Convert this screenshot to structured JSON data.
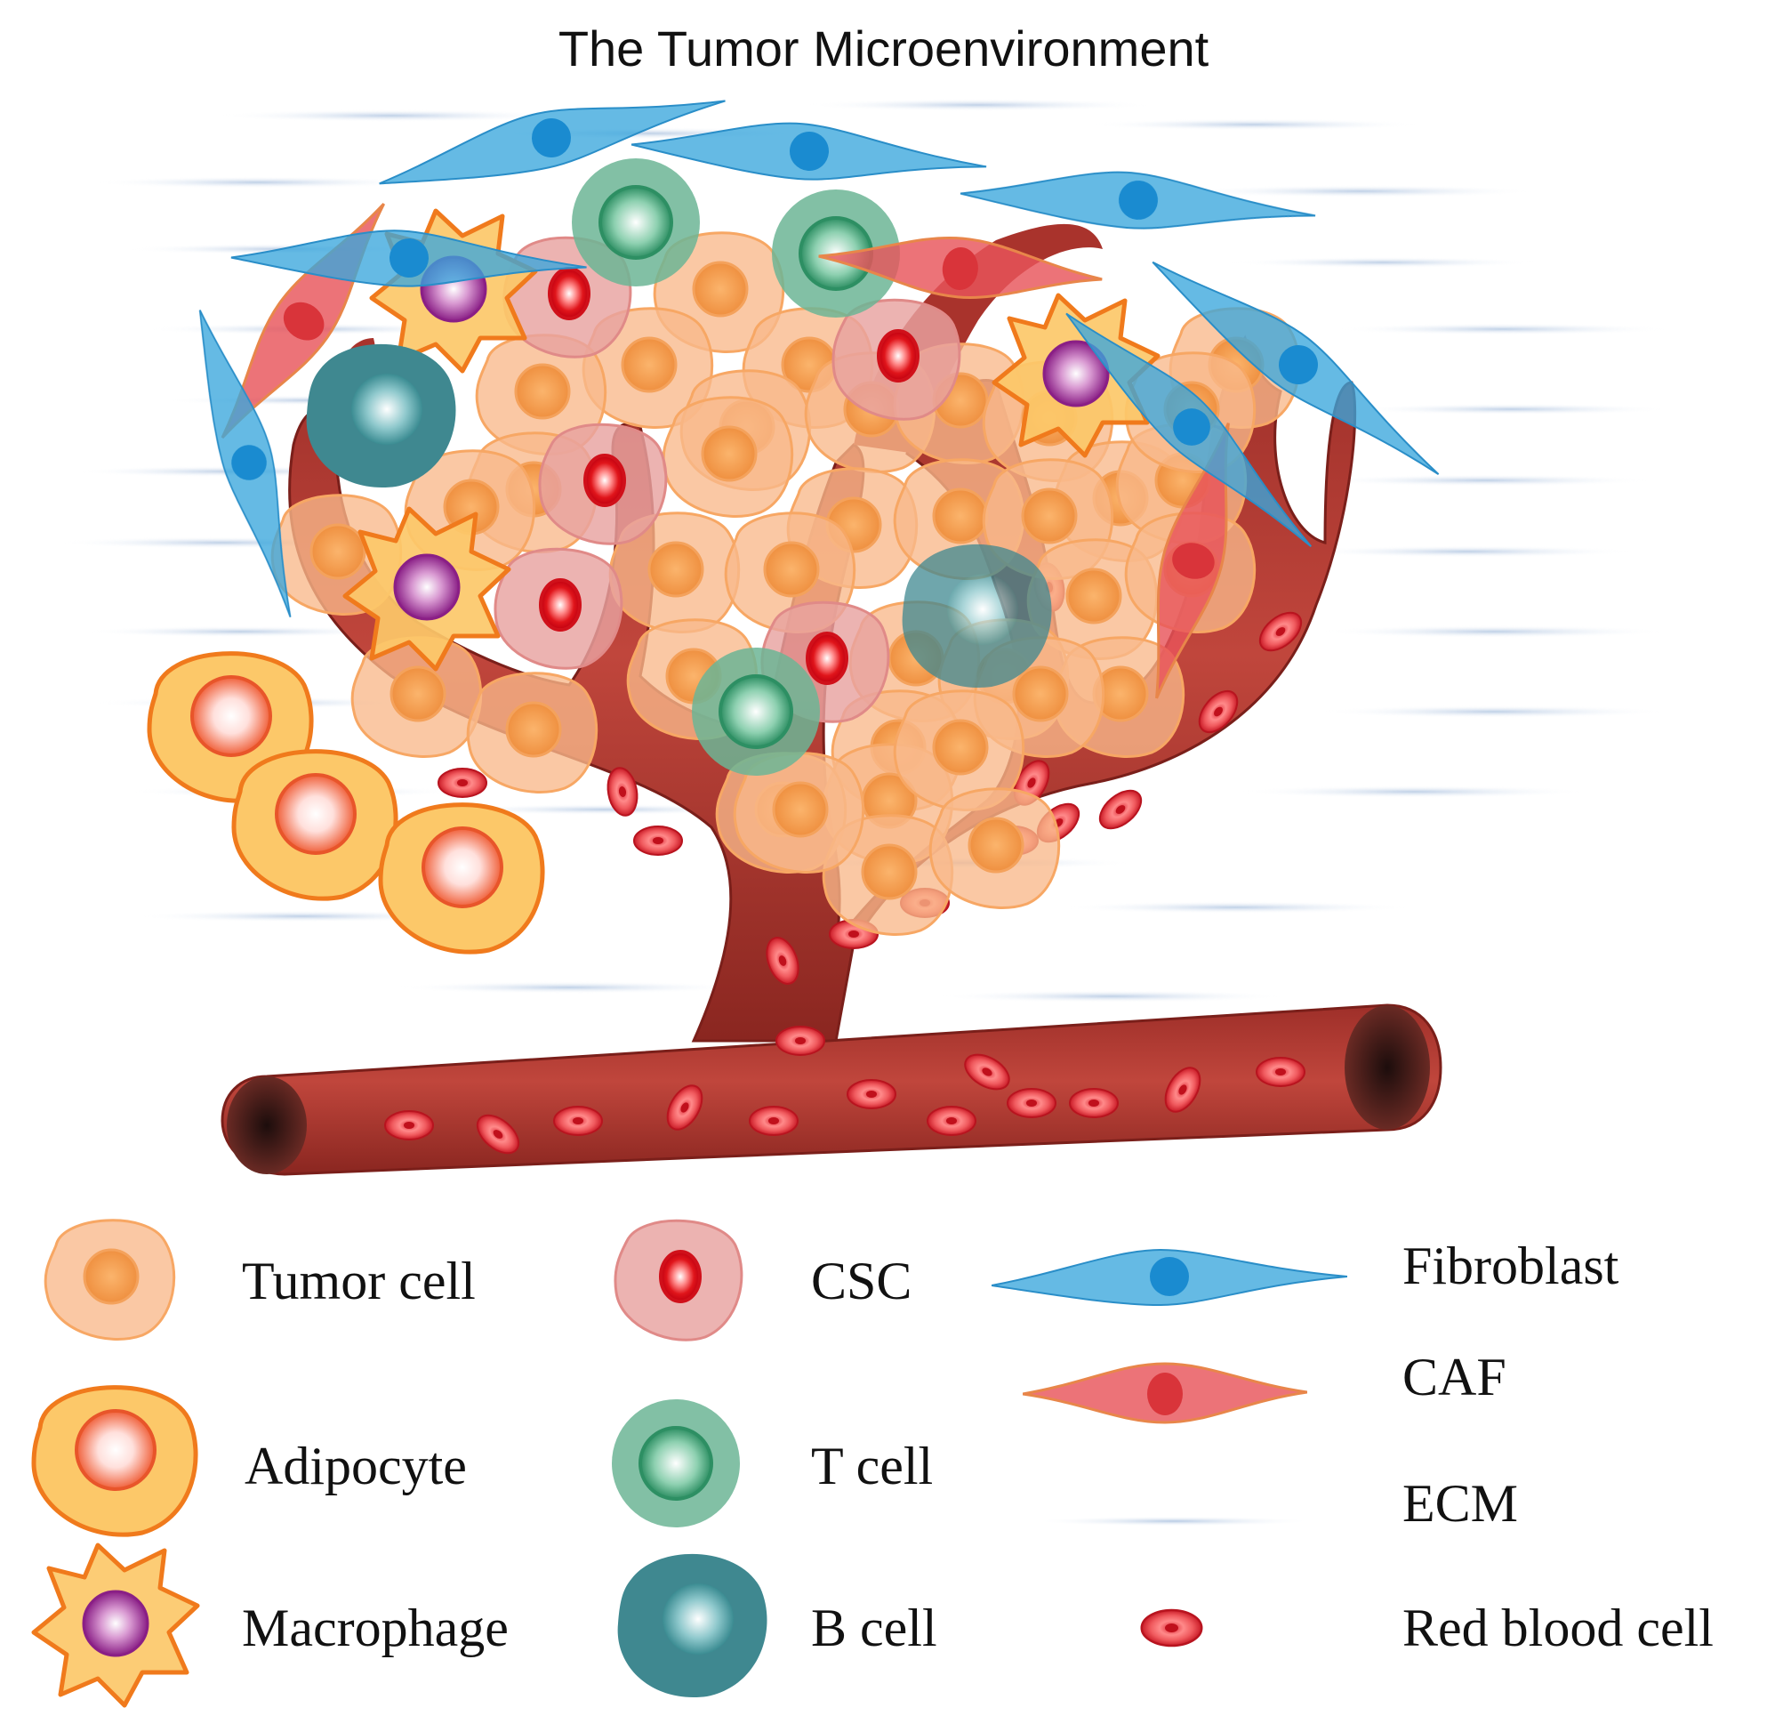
{
  "title": "The Tumor Microenvironment",
  "legend": {
    "tumor_cell": "Tumor cell",
    "csc": "CSC",
    "fibroblast": "Fibroblast",
    "caf": "CAF",
    "adipocyte": "Adipocyte",
    "t_cell": "T cell",
    "ecm": "ECM",
    "macrophage": "Macrophage",
    "b_cell": "B cell",
    "red_blood_cell": "Red blood cell"
  },
  "colors": {
    "tumor_fill": "#f9b98a",
    "tumor_nucleus": "#f39a4e",
    "csc_fill": "#e8a2a0",
    "csc_nucleus": "#e0151b",
    "fibroblast": "#3aa6dd",
    "caf": "#e8545a",
    "adipocyte_fill": "#fcc869",
    "adipocyte_stroke": "#f07a1c",
    "t_cell": "#5aa988",
    "b_cell": "#3f8890",
    "macrophage_nucleus": "#9b2f8f",
    "vessel": "#b23a32",
    "ecm": "#c9d7ea"
  }
}
